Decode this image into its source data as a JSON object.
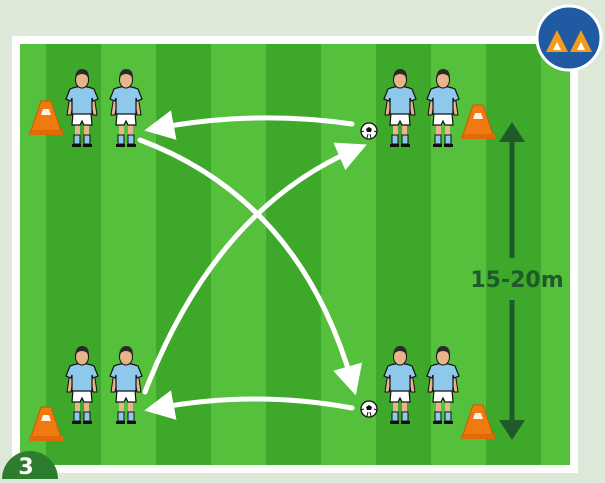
{
  "drill": {
    "distance_label": "15-20m",
    "step_number": "3",
    "difficulty_level": 2
  },
  "colors": {
    "page_background": "#dde8d8",
    "pitch_light": "#55c03b",
    "pitch_dark": "#3ea82b",
    "pitch_border": "#ffffff",
    "cone": "#f07a10",
    "jersey": "#8ec8ea",
    "shorts": "#ffffff",
    "skin": "#e8b48c",
    "hair": "#2a2a2a",
    "arrow": "#ffffff",
    "measure_arrow": "#1e5a2a",
    "badge": "#1f5aa3",
    "badge_triangles": "#f29a1c",
    "step_badge": "#2e7d2e"
  },
  "icons": {
    "difficulty_badge": "double-triangle-icon",
    "ball": "football-icon",
    "cone": "training-cone-icon"
  }
}
